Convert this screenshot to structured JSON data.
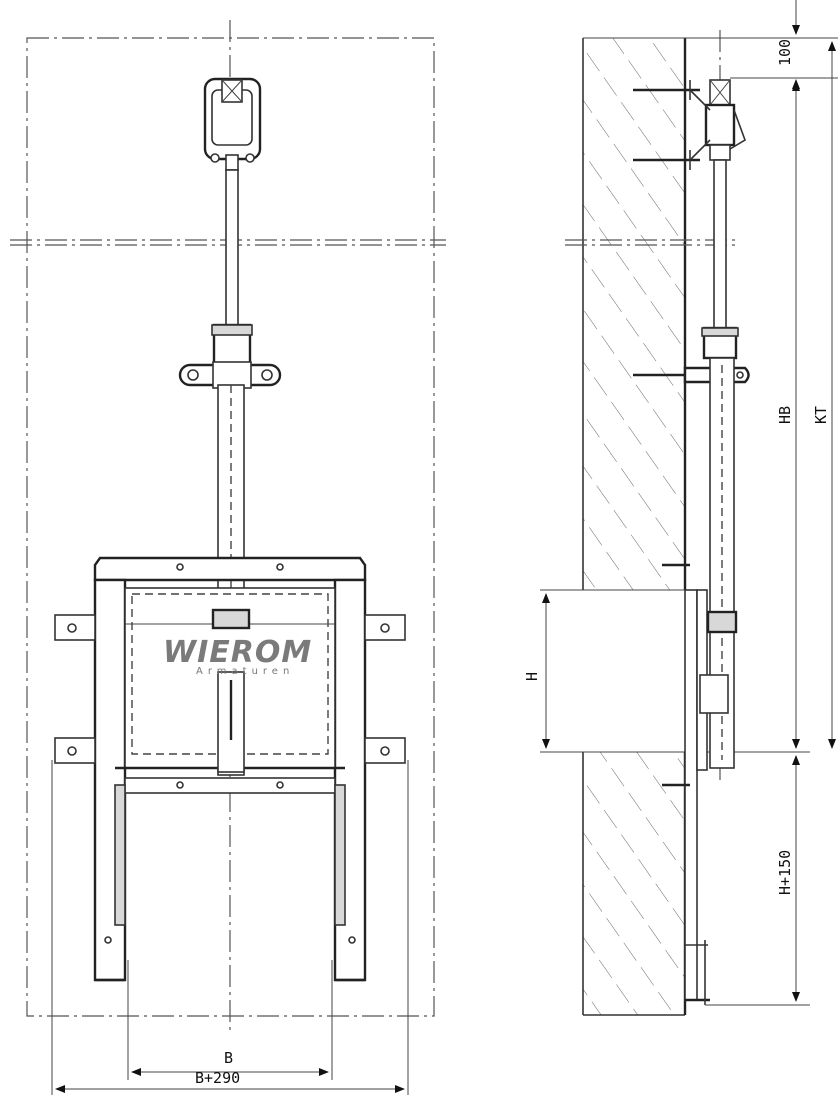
{
  "logo": {
    "name": "WIEROM",
    "subtitle": "Armaturen"
  },
  "dimensions": {
    "b": "B",
    "b_plus_290": "B+290",
    "h": "H",
    "top_100": "100",
    "hb": "HB",
    "kt": "KT",
    "h_plus_150": "H+150"
  }
}
